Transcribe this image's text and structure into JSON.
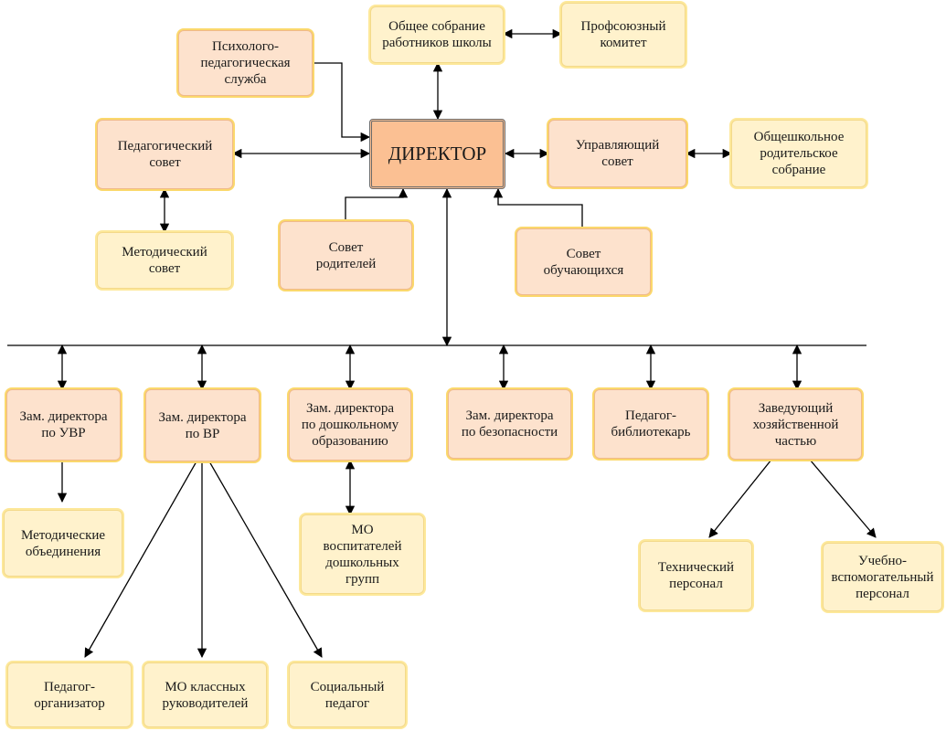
{
  "diagram": {
    "nodes": {
      "director": "ДИРЕКТОР",
      "general_meeting": "Общее собрание\nработников школы",
      "trade_union": "Профсоюзный\nкомитет",
      "psych_service": "Психолого-\nпедагогическая\nслужба",
      "ped_council": "Педагогический\nсовет",
      "method_council": "Методический\nсовет",
      "parents_council": "Совет\nродителей",
      "students_council": "Совет\nобучающихся",
      "managing_council": "Управляющий\nсовет",
      "parents_meeting": "Общешкольное\nродительское\nсобрание",
      "deputy_uvr": "Зам. директора\nпо УВР",
      "deputy_vr": "Зам. директора\nпо ВР",
      "deputy_preschool": "Зам. директора\nпо дошкольному\nобразованию",
      "deputy_safety": "Зам. директора\nпо безопасности",
      "librarian": "Педагог-\nбиблиотекарь",
      "head_household": "Заведующий\nхозяйственной\nчастью",
      "method_associations": "Методические\nобъединения",
      "mo_educators": "МО\nвоспитателей\nдошкольных\nгрупп",
      "technical_staff": "Технический\nперсонал",
      "support_staff": "Учебно-\nвспомогательный\nперсонал",
      "ped_organizer": "Педагог-\nорганизатор",
      "mo_class_teachers": "МО классных\nруководителей",
      "social_pedagogue": "Социальный\nпедагог"
    },
    "colors": {
      "orange_fill": "#fde2cd",
      "yellow_fill": "#fff2cc",
      "director_fill": "#fbc093",
      "line": "#000000"
    }
  }
}
